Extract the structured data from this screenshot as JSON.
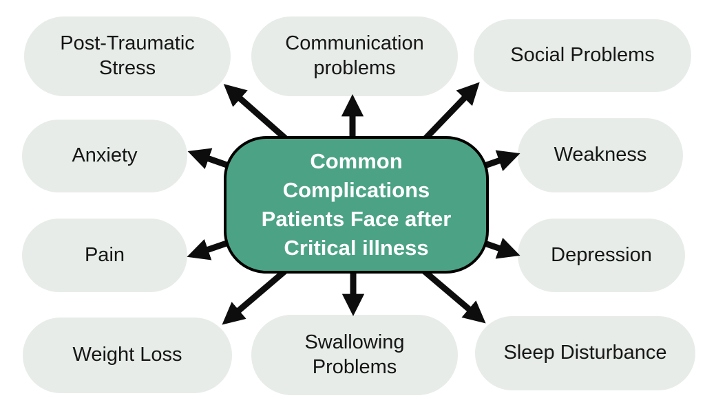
{
  "diagram": {
    "title": "Common Complications Patients Face after Critical illness",
    "center": {
      "lines": {
        "0": "Common",
        "1": "Complications",
        "2": "Patients Face after",
        "3": "Critical illness"
      }
    },
    "nodes": {
      "post_traumatic_stress": "Post-Traumatic Stress",
      "communication_problems": "Communication problems",
      "social_problems": "Social Problems",
      "anxiety": "Anxiety",
      "weakness": "Weakness",
      "pain": "Pain",
      "depression": "Depression",
      "weight_loss": "Weight Loss",
      "swallowing_problems": "Swallowing Problems",
      "sleep_disturbance": "Sleep Disturbance"
    },
    "colors": {
      "center_fill": "#4CA285",
      "center_border": "#000000",
      "center_text": "#FFFFFF",
      "node_fill": "#E7ECE8",
      "node_text": "#161616",
      "arrow": "#0D0D0D",
      "background": "#FFFFFF"
    }
  }
}
